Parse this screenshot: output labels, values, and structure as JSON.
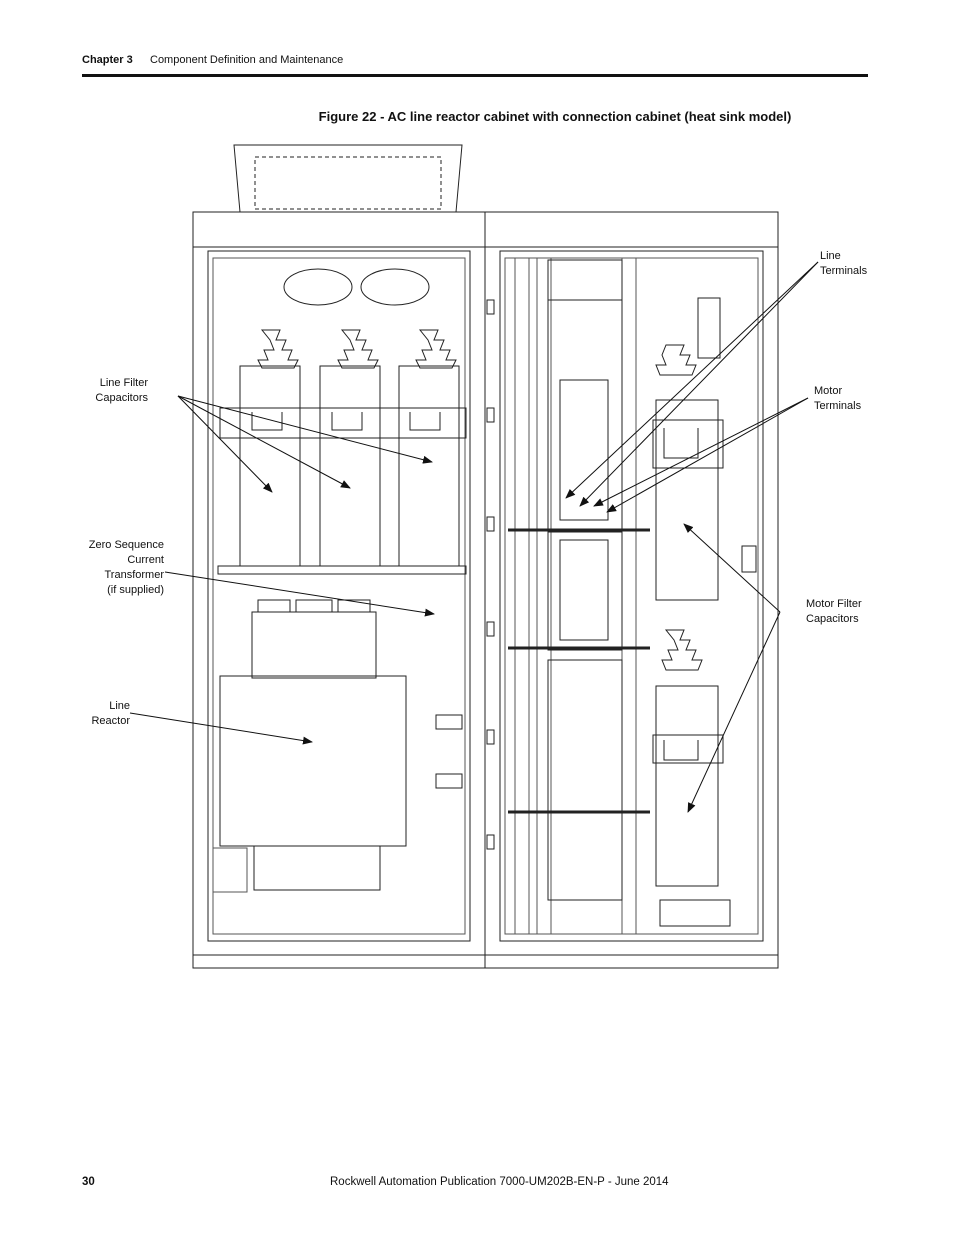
{
  "header": {
    "chapter": "Chapter 3",
    "section": "Component Definition and Maintenance"
  },
  "figure": {
    "caption": "Figure 22 - AC line reactor cabinet with connection cabinet (heat sink model)"
  },
  "callouts": {
    "line_filter_capacitors": [
      "Line Filter",
      "Capacitors"
    ],
    "zero_sequence": [
      "Zero Sequence",
      "Current",
      "Transformer",
      "(if supplied)"
    ],
    "line_reactor": [
      "Line",
      "Reactor"
    ],
    "line_terminals": [
      "Line",
      "Terminals"
    ],
    "motor_terminals": [
      "Motor",
      "Terminals"
    ],
    "motor_filter_capacitors": [
      "Motor Filter",
      "Capacitors"
    ]
  },
  "footer": {
    "page_number": "30",
    "publication": "Rockwell Automation Publication 7000-UM202B-EN-P - June 2014"
  }
}
